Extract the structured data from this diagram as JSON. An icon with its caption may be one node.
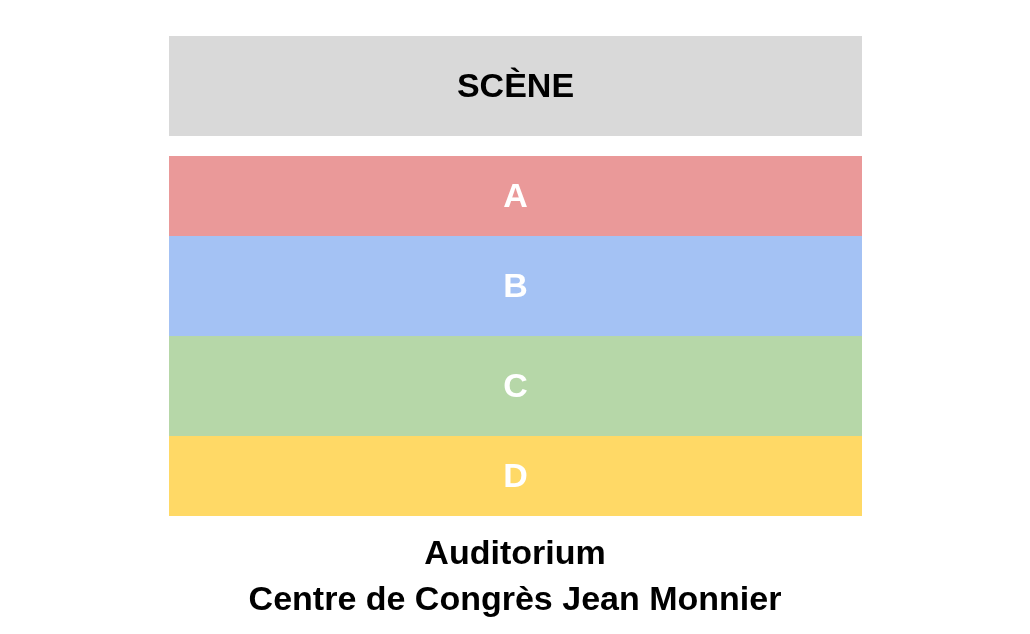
{
  "diagram": {
    "nodes": [
      {
        "text": [
          "SCÈNE"
        ]
      },
      {
        "text": [
          "A"
        ]
      },
      {
        "text": [
          "B"
        ]
      },
      {
        "text": [
          "C"
        ]
      },
      {
        "text": [
          "D"
        ]
      }
    ],
    "labels": [
      "Auditorium",
      "Centre de Congrès Jean Monnier"
    ]
  }
}
